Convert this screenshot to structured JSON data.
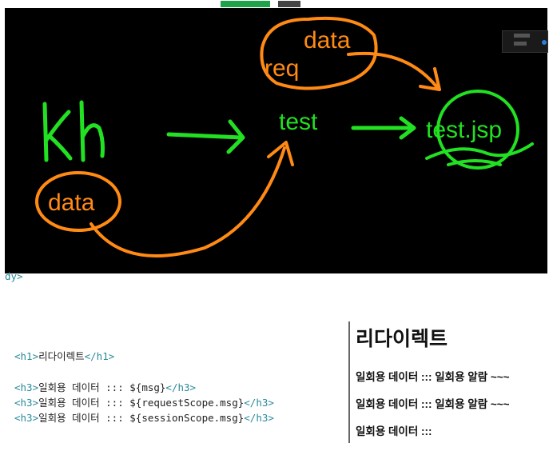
{
  "board": {
    "labels": {
      "kh": "kh",
      "data_left": "data",
      "data_top": "data",
      "req": "req",
      "test": "test",
      "test_jsp": "test.jsp"
    },
    "ink_colors": {
      "green": "#22e022",
      "orange": "#ff8a14"
    }
  },
  "code": {
    "cut_fragment": "dy>",
    "h1_line": {
      "open": "<h1>",
      "text": "리다이렉트",
      "close": "</h1>"
    },
    "h3_lines": [
      {
        "open": "<h3>",
        "text": "일회용 데이터 ::: ",
        "expr": "${msg}",
        "close": "</h3>"
      },
      {
        "open": "<h3>",
        "text": "일회용 데이터 ::: ",
        "expr": "${requestScope.msg}",
        "close": "</h3>"
      },
      {
        "open": "<h3>",
        "text": "일회용 데이터 ::: ",
        "expr": "${sessionScope.msg}",
        "close": "</h3>"
      }
    ]
  },
  "output": {
    "heading": "리다이렉트",
    "lines": [
      "일회용 데이터 ::: 일회용 알람 ~~~",
      "일회용 데이터 ::: 일회용 알람 ~~~",
      "일회용 데이터 :::"
    ]
  }
}
